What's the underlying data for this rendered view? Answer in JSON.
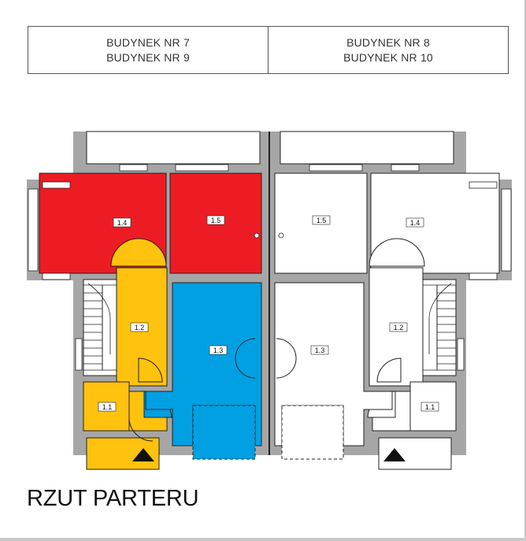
{
  "header": {
    "left": {
      "line1": "BUDYNEK NR 7",
      "line2": "BUDYNEK NR 9"
    },
    "right": {
      "line1": "BUDYNEK NR 8",
      "line2": "BUDYNEK NR 10"
    }
  },
  "rooms": {
    "left": {
      "r11": "1.1",
      "r12": "1.2",
      "r13": "1.3",
      "r14": "1.4",
      "r15": "1.5"
    },
    "right": {
      "r11": "1.1",
      "r12": "1.2",
      "r13": "1.3",
      "r14": "1.4",
      "r15": "1.5"
    }
  },
  "title": "RZUT PARTERU",
  "colors": {
    "red": "#ed1c24",
    "yellow": "#ffc20e",
    "blue": "#00a0e3",
    "wall": "#a6a6a6",
    "line": "#222222"
  }
}
